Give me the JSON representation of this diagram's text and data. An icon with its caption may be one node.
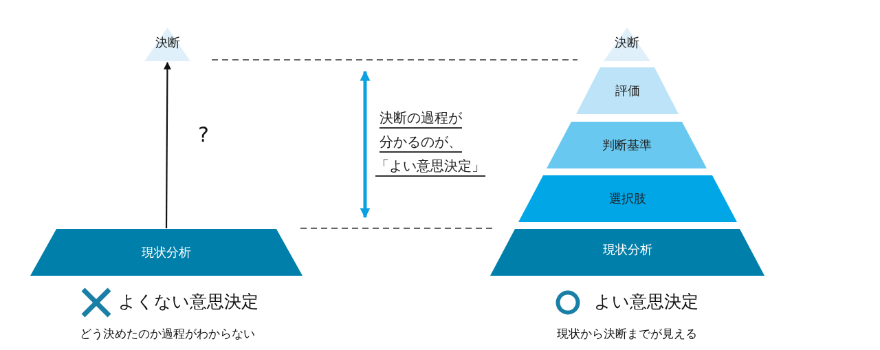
{
  "diagram": {
    "nodes": [
      {
        "text": [
          "決断"
        ]
      },
      {
        "text": [
          "現状分析"
        ]
      },
      {
        "text": [
          "決断"
        ]
      },
      {
        "text": [
          "評価"
        ]
      },
      {
        "text": [
          "判断基準"
        ]
      },
      {
        "text": [
          "選択肢"
        ]
      },
      {
        "text": [
          "現状分析"
        ]
      }
    ],
    "edges": [
      {
        "from": 1,
        "to": 0,
        "arrow": "to",
        "label": "?"
      }
    ],
    "labels": [
      "決断の過程が",
      "分かるのが、",
      "「よい意思決定」",
      "よくない意思決定",
      "どう決めたのか過程がわからない",
      "よい意思決定",
      "現状から決断までが見える"
    ]
  }
}
